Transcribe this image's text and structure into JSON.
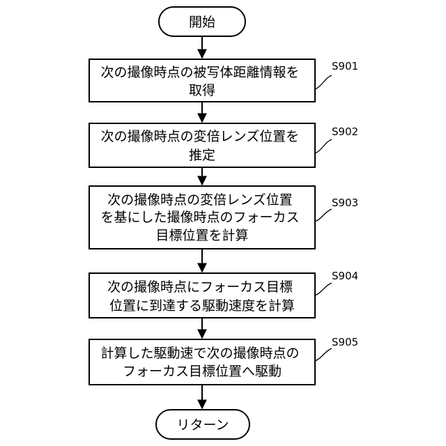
{
  "flowchart": {
    "start": {
      "label": "開始"
    },
    "end": {
      "label": "リターン"
    },
    "steps": [
      {
        "id": "S901",
        "lines": [
          "次の撮像時点の被写体距離情報を",
          "取得"
        ]
      },
      {
        "id": "S902",
        "lines": [
          "次の撮像時点の変倍レンズ位置を",
          "推定"
        ]
      },
      {
        "id": "S903",
        "lines": [
          "次の撮像時点の変倍レンズ位置",
          "を基にした撮像時点のフォーカス",
          "目標位置を計算"
        ]
      },
      {
        "id": "S904",
        "lines": [
          "次の撮像時点にフォーカス目標",
          "位置に到達する駆動速度を計算"
        ]
      },
      {
        "id": "S905",
        "lines": [
          "計算した駆動速で次の撮像時点の",
          "フォーカス目標位置へ駆動"
        ]
      }
    ]
  }
}
